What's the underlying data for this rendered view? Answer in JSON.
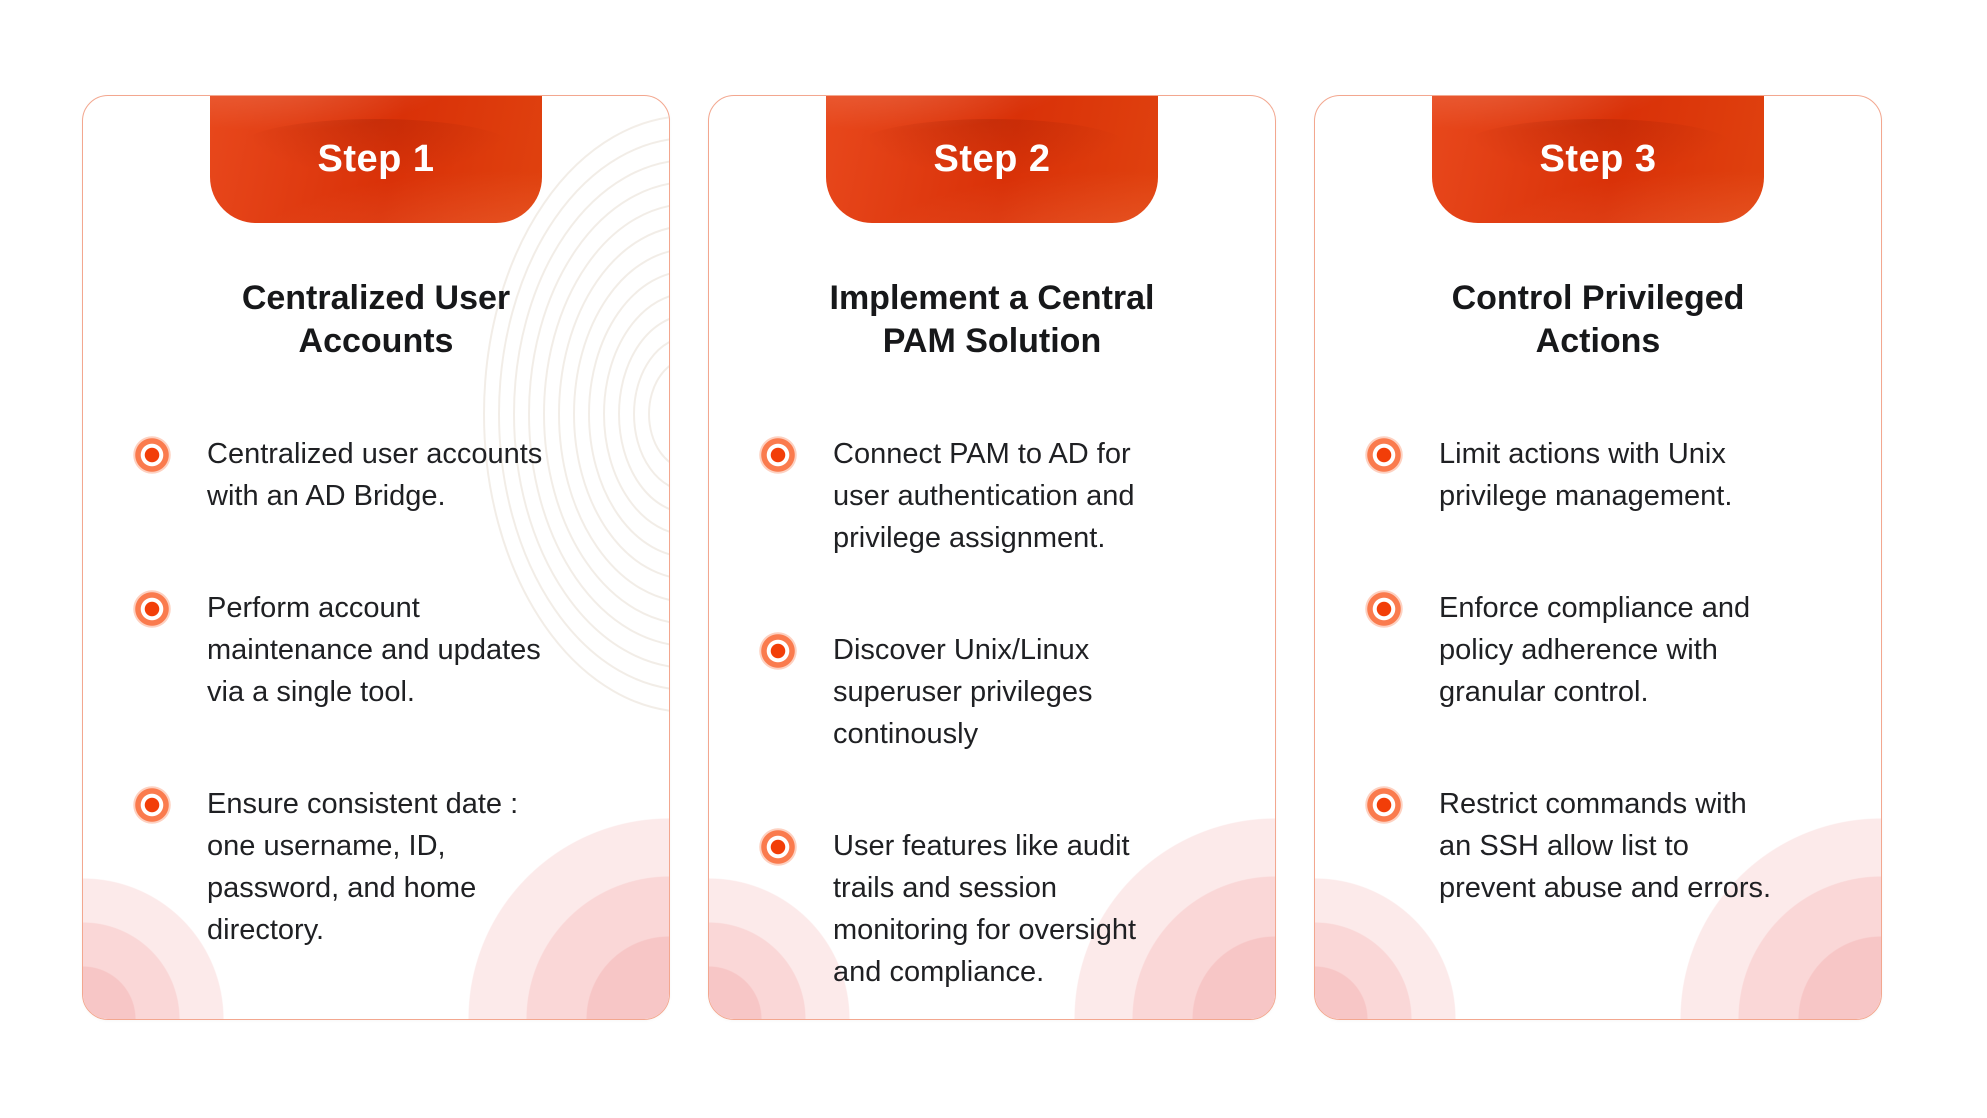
{
  "page": {
    "background": "#FFFFFF"
  },
  "colors": {
    "badge_red": "#D93108",
    "badge_red_light": "#E8481C",
    "card_border": "#F3A78F",
    "bullet_center_dot": "#F23E08",
    "bullet_ring": "#FA7B4E",
    "title_text": "#17181A",
    "body_text": "#1F2023",
    "step_text": "#FFFFFF",
    "arc_pink_inner": "#F7C6C6",
    "arc_pink_mid": "#FAD7D7",
    "arc_pink_outer": "#FCEAEA"
  },
  "cards": [
    {
      "step": "Step 1",
      "title": "Centralized User\nAccounts",
      "bullets": [
        "Centralized user accounts\nwith an AD Bridge.",
        "Perform account\nmaintenance and updates\nvia a single tool.",
        "Ensure consistent date :\none username, ID,\npassword, and home\ndirectory."
      ]
    },
    {
      "step": "Step 2",
      "title": "Implement a Central\nPAM Solution",
      "bullets": [
        "Connect PAM to AD for\nuser authentication and\nprivilege assignment.",
        "Discover Unix/Linux\nsuperuser privileges\ncontinously",
        "User features like audit\ntrails and session\nmonitoring for oversight\nand compliance."
      ]
    },
    {
      "step": "Step 3",
      "title": "Control Privileged\nActions",
      "bullets": [
        "Limit actions with Unix\nprivilege management.",
        "Enforce compliance and\npolicy adherence with\ngranular control.",
        "Restrict commands with\nan SSH allow list to\nprevent abuse and errors."
      ]
    }
  ]
}
